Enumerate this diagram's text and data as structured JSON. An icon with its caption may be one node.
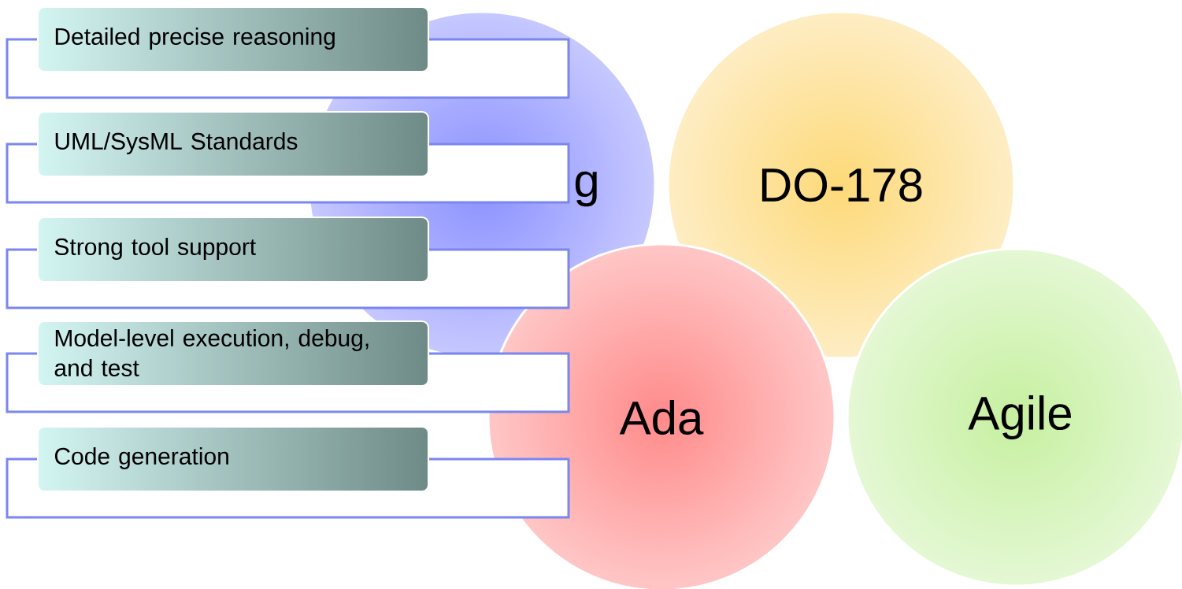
{
  "diagram": {
    "nodes": [
      {
        "text": [
          "Detailed precise reasoning"
        ]
      },
      {
        "text": [
          "UML/SysML Standards"
        ]
      },
      {
        "text": [
          "Strong tool support"
        ]
      },
      {
        "text": [
          "Model-level execution, debug, and test"
        ]
      },
      {
        "text": [
          "Code generation"
        ]
      },
      {
        "text": [
          "g"
        ]
      },
      {
        "text": [
          "DO-178"
        ]
      },
      {
        "text": [
          "Ada"
        ]
      },
      {
        "text": [
          "Agile"
        ]
      }
    ]
  }
}
